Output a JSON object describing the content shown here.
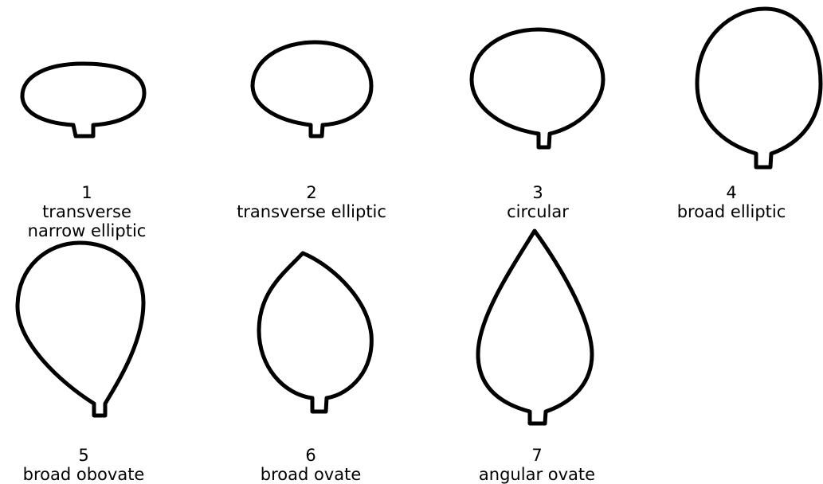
{
  "shapes": [
    {
      "number": "1",
      "name": "transverse narrow elliptic"
    },
    {
      "number": "2",
      "name": "transverse elliptic"
    },
    {
      "number": "3",
      "name": "circular"
    },
    {
      "number": "4",
      "name": "broad elliptic"
    },
    {
      "number": "5",
      "name": "broad obovate"
    },
    {
      "number": "6",
      "name": "broad ovate"
    },
    {
      "number": "7",
      "name": "angular ovate"
    }
  ],
  "colors": {
    "stroke": "#000000",
    "fill": "#ffffff",
    "background": "#ffffff"
  }
}
